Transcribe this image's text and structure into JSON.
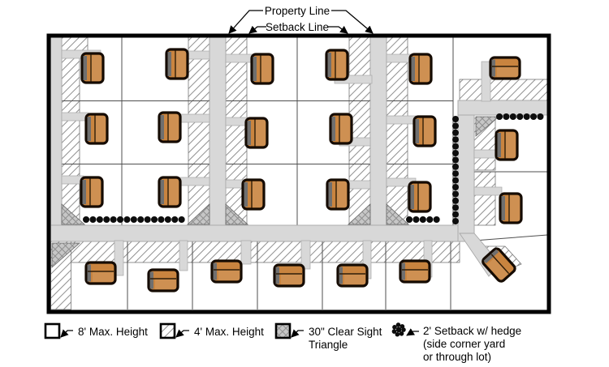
{
  "labels": {
    "property_line": "Property Line",
    "setback_line": "Setback Line"
  },
  "legend": {
    "item1": "8' Max. Height",
    "item2": "4' Max. Height",
    "item3_line1": "30\" Clear Sight",
    "item3_line2": "Triangle",
    "item4_line1": "2' Setback w/ hedge",
    "item4_line2": "(side corner yard",
    "item4_line3": "or through lot)"
  },
  "colors": {
    "background": "#ffffff",
    "boundary": "#000000",
    "street": "#d8d8d8",
    "street-edge": "#a8a8a8",
    "house": "#c9843f",
    "house-shade": "#6f6f6f",
    "hatch-line": "#8f8f8f",
    "sight-fill": "#c6c6c6",
    "hedge": "#0d0d0d",
    "lot-line": "#4f4f4f"
  }
}
